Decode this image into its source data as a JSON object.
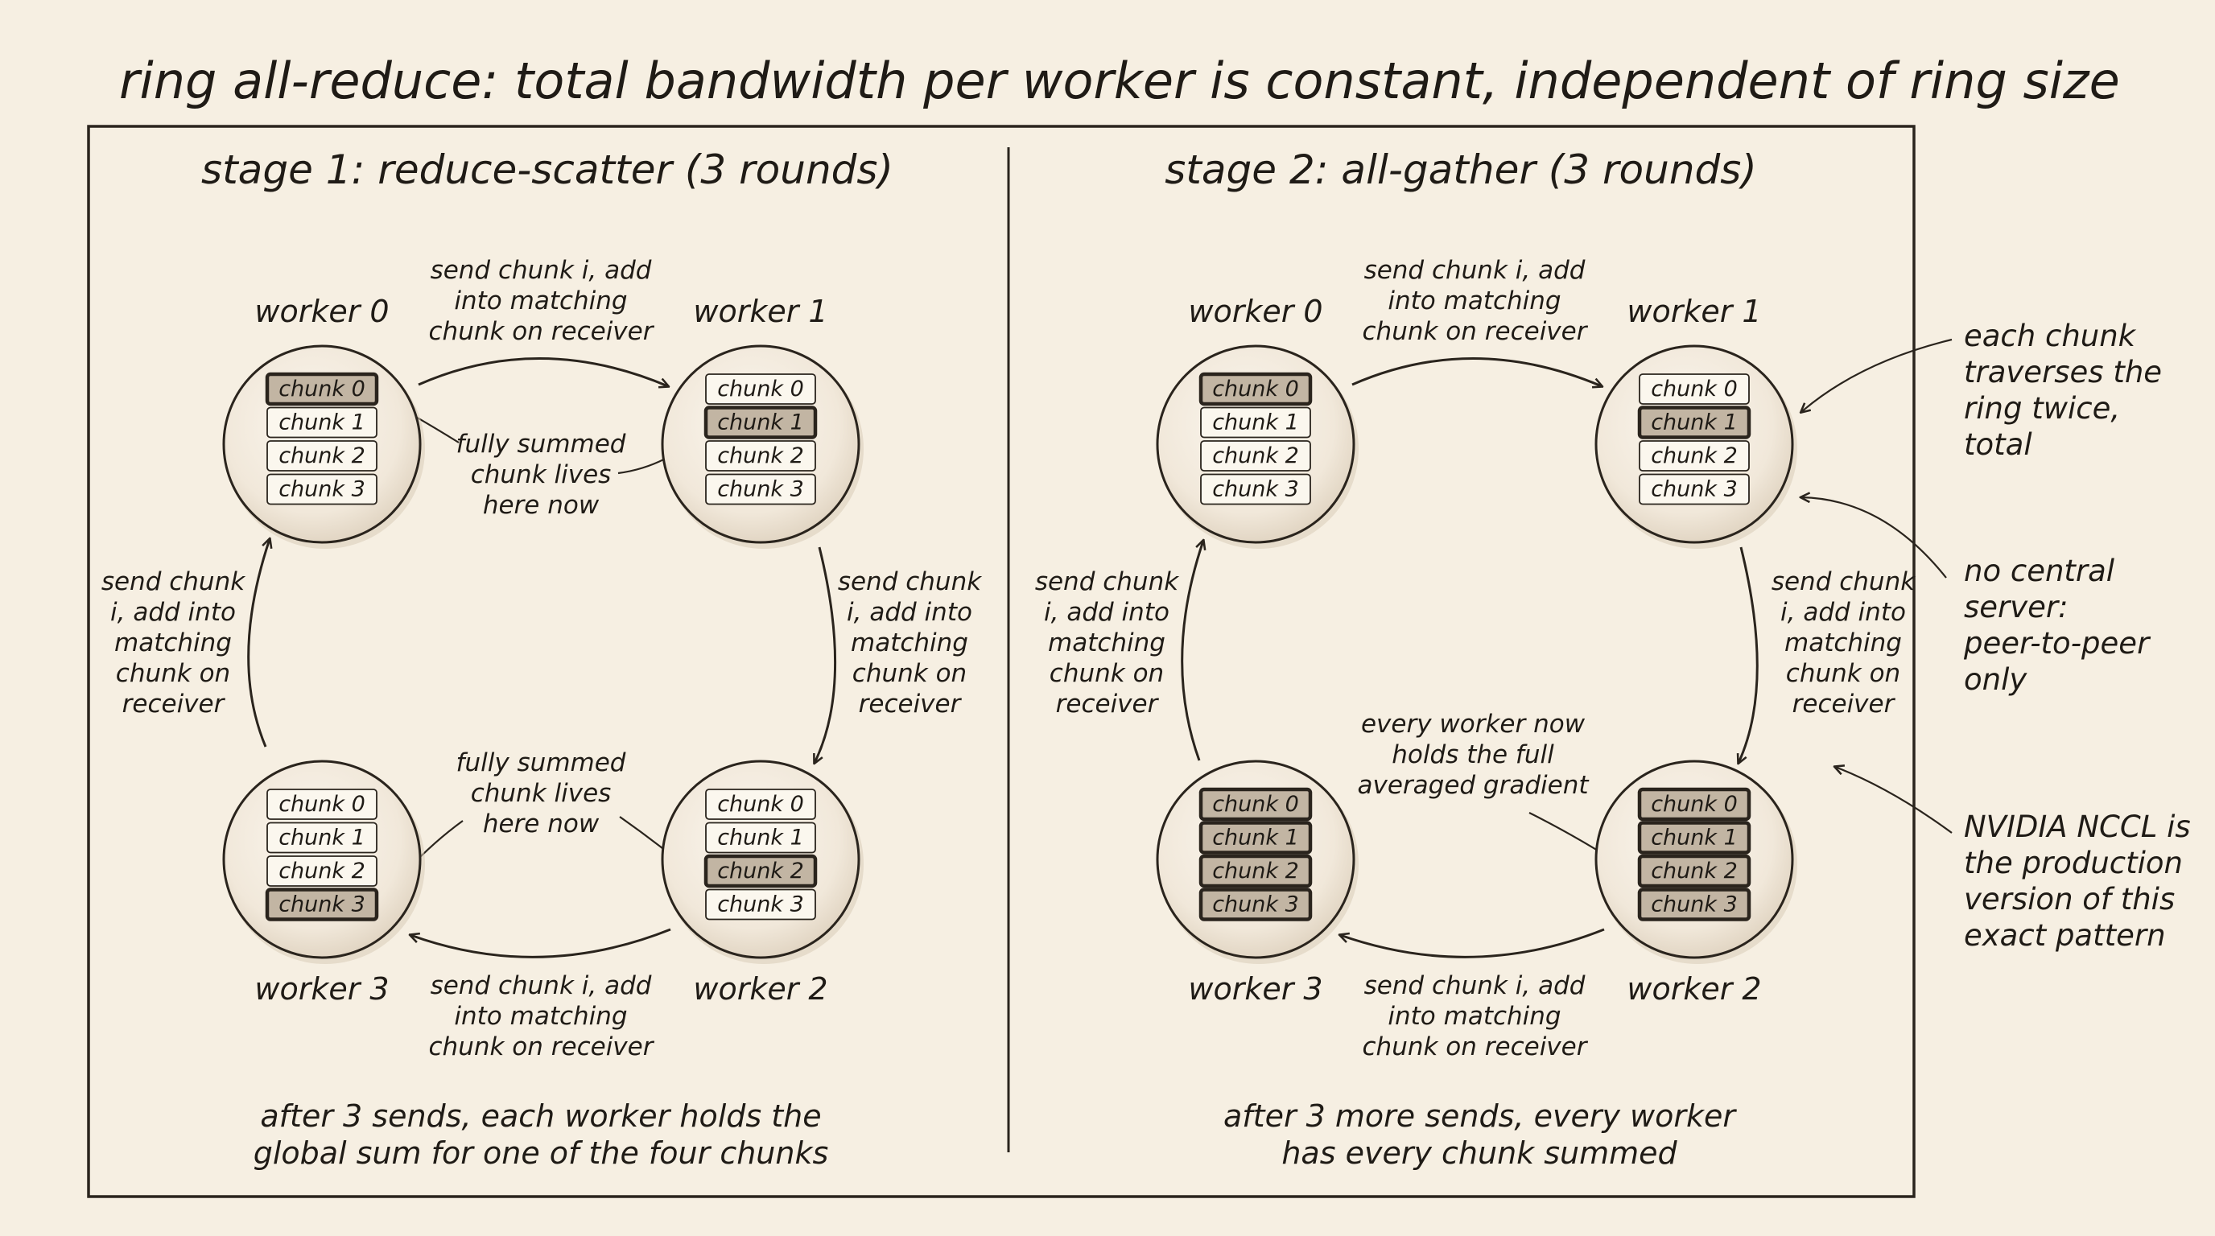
{
  "title": "ring all-reduce: total bandwidth per worker is constant, independent of ring size",
  "chunk_labels": [
    "chunk 0",
    "chunk 1",
    "chunk 2",
    "chunk 3"
  ],
  "stage1": {
    "title": "stage 1: reduce-scatter (3 rounds)",
    "workers": [
      {
        "label": "worker 0",
        "highlight": [
          0
        ]
      },
      {
        "label": "worker 1",
        "highlight": [
          1
        ]
      },
      {
        "label": "worker 2",
        "highlight": [
          2
        ]
      },
      {
        "label": "worker 3",
        "highlight": [
          3
        ]
      }
    ],
    "edges": {
      "top": "send chunk i, add\ninto matching\nchunk on receiver",
      "right": "send chunk\ni, add into\nmatching\nchunk on\nreceiver",
      "bottom": "send chunk i, add\ninto matching\nchunk on receiver",
      "left": "send chunk\ni, add into\nmatching\nchunk on\nreceiver"
    },
    "note_top": "fully summed\nchunk lives\nhere now",
    "note_bottom": "fully summed\nchunk lives\nhere now",
    "footer": "after 3 sends, each worker holds the\nglobal sum for one of the four chunks"
  },
  "stage2": {
    "title": "stage 2: all-gather (3 rounds)",
    "workers": [
      {
        "label": "worker 0",
        "highlight": [
          0
        ]
      },
      {
        "label": "worker 1",
        "highlight": [
          1
        ]
      },
      {
        "label": "worker 2",
        "highlight": [
          0,
          1,
          2,
          3
        ]
      },
      {
        "label": "worker 3",
        "highlight": [
          0,
          1,
          2,
          3
        ]
      }
    ],
    "edges": {
      "top": "send chunk i, add\ninto matching\nchunk on receiver",
      "right": "send chunk\ni, add into\nmatching\nchunk on\nreceiver",
      "bottom": "send chunk i, add\ninto matching\nchunk on receiver",
      "left": "send chunk\ni, add into\nmatching\nchunk on\nreceiver"
    },
    "note": "every worker now\nholds the full\naveraged gradient",
    "footer": "after 3 more sends, every worker\nhas every chunk summed"
  },
  "side_notes": [
    "each chunk\ntraverses the\nring twice,\ntotal",
    "no central\nserver:\npeer-to-peer\nonly",
    "NVIDIA NCCL is\nthe production\nversion of this\nexact pattern"
  ],
  "colors": {
    "background": "#f6efe2",
    "ink": "#1f1b16",
    "chunk_plain": "#fbf7ee",
    "chunk_highlight": "#c2b5a3",
    "node_fill": "#f4ece0"
  }
}
